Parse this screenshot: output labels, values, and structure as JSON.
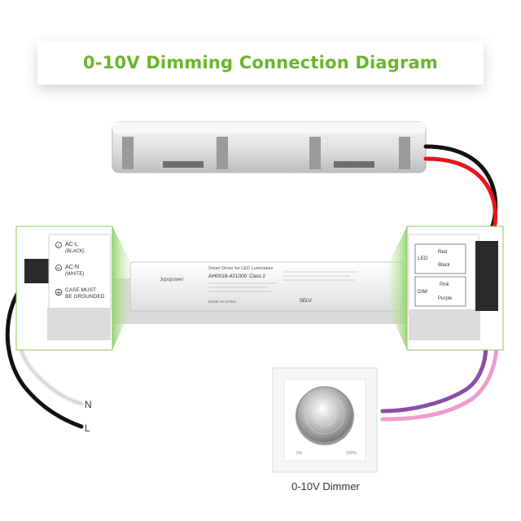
{
  "title": "0-10V Dimming Connection Diagram",
  "input_panel": {
    "acl": "AC-L",
    "acl_sub": "(BLACK)",
    "acn": "AC-N",
    "acn_sub": "(WHITE)",
    "ground_line1": "CASE MUST",
    "ground_line2": "BE GROUNDED",
    "acl_symbol": "L",
    "acn_symbol": "N"
  },
  "output_panel": {
    "led_label": "LED",
    "dim_label": "DIM",
    "red": "Red",
    "black": "Black",
    "pink": "Pink",
    "purple": "Purple"
  },
  "driver": {
    "brand": "Jopopower",
    "name": "Smart Driver for LED Luminaires",
    "model": "AH0018-421000",
    "class": "Class 2",
    "selv": "SELV",
    "made_in": "MADE IN CHINA"
  },
  "wires": {
    "n_label": "N",
    "l_label": "L"
  },
  "dimmer": {
    "caption": "0-10V Dimmer",
    "min_label": "0%",
    "max_label": "100%"
  },
  "colors": {
    "accent_green": "#6cb42c",
    "wire_red": "#e8141c",
    "wire_black": "#111111",
    "wire_purple": "#8a4fa3",
    "wire_pink": "#ee9ccd"
  }
}
